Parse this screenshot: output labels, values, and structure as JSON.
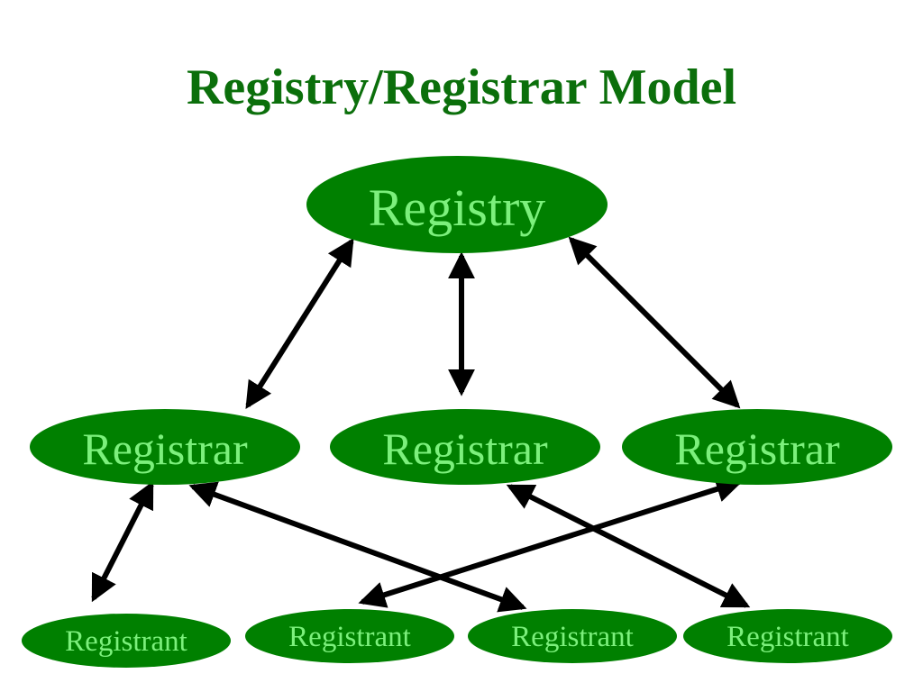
{
  "title": "Registry/Registrar Model",
  "colors": {
    "title": "#0b6f0b",
    "node_fill": "#008000",
    "node_text": "#7cf07c",
    "arrow": "#000000",
    "background": "#ffffff"
  },
  "nodes": {
    "registry": {
      "label": "Registry"
    },
    "registrar_left": {
      "label": "Registrar"
    },
    "registrar_center": {
      "label": "Registrar"
    },
    "registrar_right": {
      "label": "Registrar"
    },
    "registrant_1": {
      "label": "Registrant"
    },
    "registrant_2": {
      "label": "Registrant"
    },
    "registrant_3": {
      "label": "Registrant"
    },
    "registrant_4": {
      "label": "Registrant"
    }
  },
  "connections": [
    {
      "from": "registry",
      "to": "registrar_left",
      "bidirectional": true
    },
    {
      "from": "registry",
      "to": "registrar_center",
      "bidirectional": true
    },
    {
      "from": "registry",
      "to": "registrar_right",
      "bidirectional": true
    },
    {
      "from": "registrar_left",
      "to": "registrant_1",
      "bidirectional": true
    },
    {
      "from": "registrar_left",
      "to": "registrant_3",
      "bidirectional": true
    },
    {
      "from": "registrar_right",
      "to": "registrant_2",
      "bidirectional": true
    },
    {
      "from": "registrar_center",
      "to": "registrant_4",
      "bidirectional": true
    }
  ]
}
